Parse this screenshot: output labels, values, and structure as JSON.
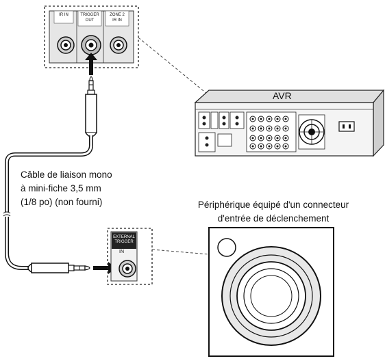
{
  "top_panel": {
    "jack_left_label": "IR IN",
    "jack_middle_label_line1": "TRIGGER",
    "jack_middle_label_line2": "OUT",
    "jack_right_label_line1": "ZONE 2",
    "jack_right_label_line2": "IR IN"
  },
  "avr": {
    "label": "AVR"
  },
  "cable": {
    "line1": "Câble de liaison mono",
    "line2": "à mini-fiche 3,5 mm",
    "line3": "(1/8 po) (non fourni)"
  },
  "trigger_input": {
    "label_line1": "EXTERNAL",
    "label_line2": "TRIGGER",
    "in_label": "IN"
  },
  "device": {
    "line1": "Périphérique équipé d'un connecteur",
    "line2": "d'entrée de déclenchement"
  }
}
